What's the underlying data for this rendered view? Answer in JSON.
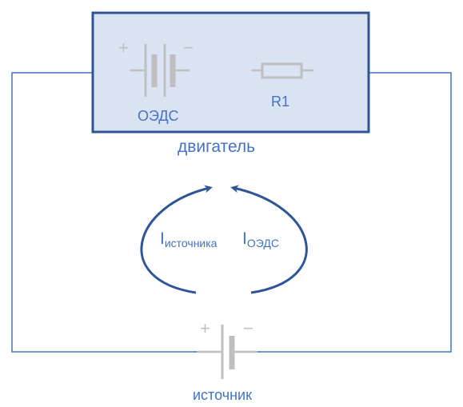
{
  "motor": {
    "label": "двигатель",
    "emf_label": "ОЭДС",
    "resistor_label": "R1"
  },
  "currents": {
    "source": {
      "symbol": "I",
      "subscript": "источника"
    },
    "emf": {
      "symbol": "I",
      "subscript": "ОЭДС"
    }
  },
  "source": {
    "label": "источник"
  },
  "symbols": {
    "plus": "+",
    "minus": "−"
  },
  "colors": {
    "wire": "#4472C4",
    "motor_fill": "#DAE3F3",
    "motor_border": "#2F5597",
    "arrow": "#2F5597",
    "component_gray": "#BFBFBF",
    "text": "#4472C4"
  }
}
